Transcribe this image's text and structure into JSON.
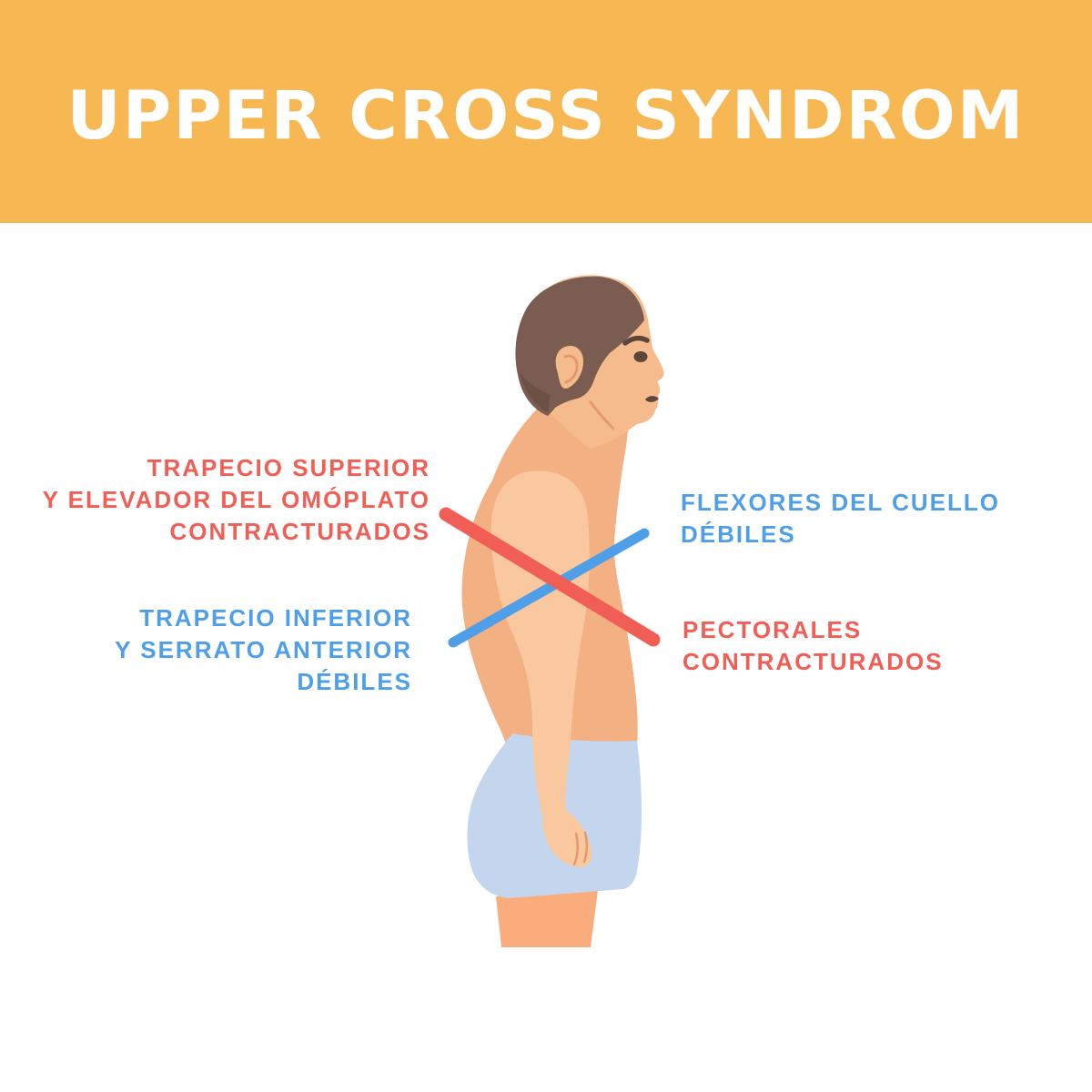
{
  "palette": {
    "orange": "#F7B853",
    "red": "#F15E55",
    "blue": "#4F9FE8",
    "background": "#FFFFFF"
  },
  "header": {
    "title": "UPPER CROSS SYNDROM"
  },
  "labels": {
    "upper_left": {
      "text": "TRAPECIO SUPERIOR\nY ELEVADOR DEL OMÓPLATO\nCONTRACTURADOS",
      "tone": "red"
    },
    "lower_left": {
      "text": "TRAPECIO INFERIOR\nY SERRATO ANTERIOR\nDÉBILES",
      "tone": "blue"
    },
    "upper_right": {
      "text": "FLEXORES DEL CUELLO\nDÉBILES",
      "tone": "blue"
    },
    "lower_right": {
      "text": "PECTORALES\nCONTRACTURADOS",
      "tone": "red"
    }
  },
  "figure": {
    "colors": {
      "skin": "#F3B083",
      "skin-face": "#F6BB8D",
      "skin-light": "#F9C89E",
      "leg": "#FBAC7C",
      "hair": "#7A5C50",
      "hair-dark": "#6C5146",
      "shorts": "#C4D6EE",
      "feature": "#5E463C",
      "detail": "#E09A70"
    }
  }
}
